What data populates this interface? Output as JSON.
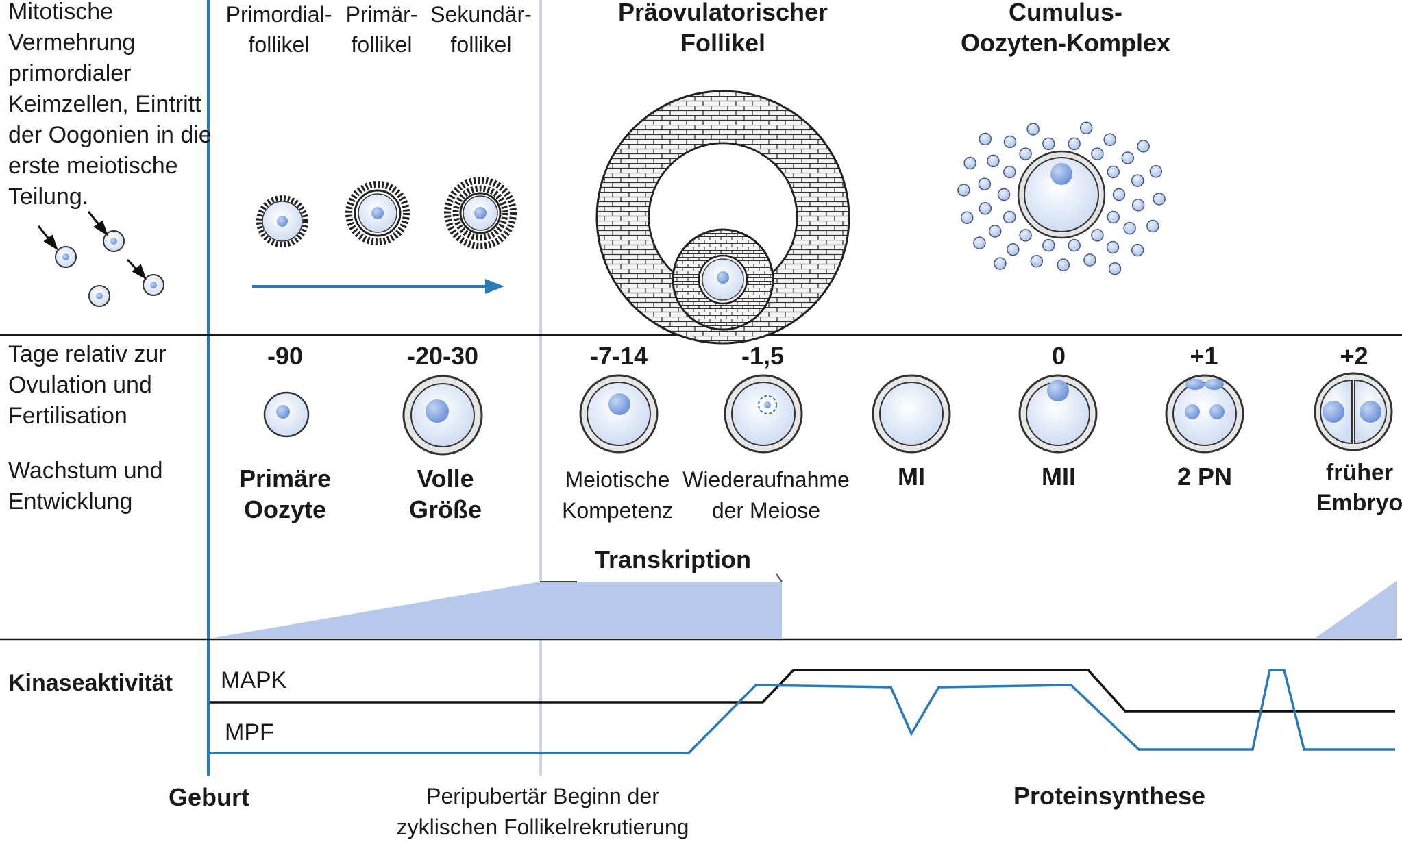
{
  "header": {
    "left_text": [
      "Mitotische",
      "Vermehrung",
      "primordialer",
      "Keimzellen, Eintritt",
      "der Oogonien in die",
      "erste meiotische",
      "Teilung."
    ],
    "follicles": [
      {
        "id": "primordial",
        "lines": [
          "Primordial-",
          "follikel"
        ]
      },
      {
        "id": "primaer",
        "lines": [
          "Primär-",
          "follikel"
        ]
      },
      {
        "id": "sekundaer",
        "lines": [
          "Sekundär-",
          "follikel"
        ]
      }
    ],
    "preovulatory": [
      "Präovulatorischer",
      "Follikel"
    ],
    "cumulus": [
      "Cumulus-",
      "Oozyten-Komplex"
    ]
  },
  "stages": {
    "row_label_1": [
      "Tage relativ zur",
      "Ovulation und",
      "Fertilisation"
    ],
    "row_label_2": [
      "Wachstum und",
      "Entwicklung"
    ],
    "items": [
      {
        "id": "primaere-oozyte",
        "day": "-90",
        "name": [
          "Primäre",
          "Oozyte"
        ],
        "bold": true
      },
      {
        "id": "volle-groesse",
        "day": "-20-30",
        "name": [
          "Volle",
          "Größe"
        ],
        "bold": true
      },
      {
        "id": "meiotische-kompetenz",
        "day": "-7-14",
        "name": [
          "Meiotische",
          "Kompetenz"
        ],
        "bold": false
      },
      {
        "id": "wiederaufnahme-meiose",
        "day": "-1,5",
        "name": [
          "Wiederaufnahme",
          "der Meiose"
        ],
        "bold": false
      },
      {
        "id": "mi",
        "day": "",
        "name": [
          "MI"
        ],
        "bold": true
      },
      {
        "id": "mii",
        "day": "0",
        "name": [
          "MII"
        ],
        "bold": true
      },
      {
        "id": "2pn",
        "day": "+1",
        "name": [
          "2 PN"
        ],
        "bold": true
      },
      {
        "id": "frueher-embryo",
        "day": "+2",
        "name": [
          "früher",
          "Embryo"
        ],
        "bold": true
      }
    ]
  },
  "transcription": {
    "label": "Transkription"
  },
  "kinase": {
    "label": "Kinaseaktivität",
    "mapk": "MAPK",
    "mpf": "MPF"
  },
  "footer": {
    "birth": "Geburt",
    "peripubertal": [
      "Peripubertär Beginn der",
      "zyklischen Follikelrekrutierung"
    ],
    "protein": "Proteinsynthese"
  },
  "colors": {
    "blue_line": "#2a7ab8",
    "pale_blue": "#b7c8ea",
    "cell_fill": "#e4ecf8",
    "nucleus": "#8fb0e6",
    "ring_gray": "#e6e6e6",
    "timeline_gray": "#c9d6ec"
  }
}
